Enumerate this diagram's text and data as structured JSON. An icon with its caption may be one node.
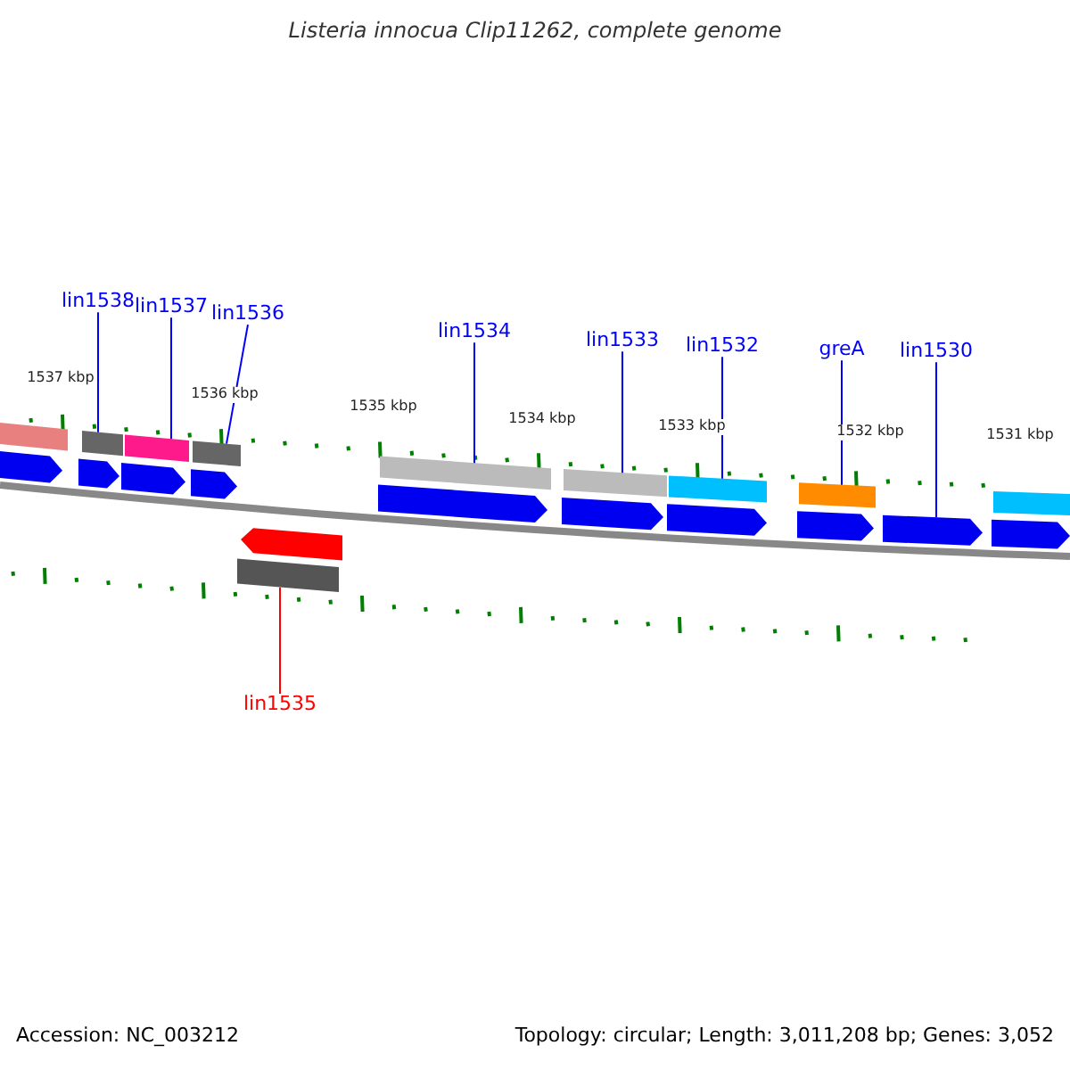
{
  "diagram": {
    "title": "Listeria innocua Clip11262, complete genome",
    "nodes": [
      {
        "text": [
          "lin1538"
        ]
      },
      {
        "text": [
          "lin1537"
        ]
      },
      {
        "text": [
          "lin1536"
        ]
      },
      {
        "text": [
          "lin1534"
        ]
      },
      {
        "text": [
          "lin1533"
        ]
      },
      {
        "text": [
          "lin1532"
        ]
      },
      {
        "text": [
          "greA"
        ]
      },
      {
        "text": [
          "lin1530"
        ]
      },
      {
        "text": [
          "lin1535"
        ]
      },
      {
        "text": [],
        "shape": "bar"
      },
      {
        "text": [],
        "shape": "arrow"
      },
      {
        "text": [],
        "shape": "bar"
      },
      {
        "text": [],
        "shape": "arrow"
      },
      {
        "text": [],
        "shape": "bar"
      },
      {
        "text": [],
        "shape": "arrow"
      },
      {
        "text": [],
        "shape": "bar"
      },
      {
        "text": [],
        "shape": "arrow"
      },
      {
        "text": [],
        "shape": "arrow"
      },
      {
        "text": [],
        "shape": "bar"
      },
      {
        "text": [],
        "shape": "bar"
      },
      {
        "text": [],
        "shape": "arrow"
      },
      {
        "text": [],
        "shape": "bar"
      },
      {
        "text": [],
        "shape": "arrow"
      },
      {
        "text": [],
        "shape": "bar"
      },
      {
        "text": [],
        "shape": "arrow"
      },
      {
        "text": [],
        "shape": "bar"
      },
      {
        "text": [],
        "shape": "arrow"
      },
      {
        "text": [],
        "shape": "arrow"
      },
      {
        "text": [],
        "shape": "bar"
      },
      {
        "text": [],
        "shape": "arrow"
      }
    ],
    "edges": [
      {
        "from": 0,
        "to": 11,
        "arrow": "none"
      },
      {
        "from": 1,
        "to": 13,
        "arrow": "none"
      },
      {
        "from": 2,
        "to": 15,
        "arrow": "none"
      },
      {
        "from": 3,
        "to": 19,
        "arrow": "none"
      },
      {
        "from": 4,
        "to": 21,
        "arrow": "none"
      },
      {
        "from": 5,
        "to": 23,
        "arrow": "none"
      },
      {
        "from": 6,
        "to": 25,
        "arrow": "none"
      },
      {
        "from": 7,
        "to": 27,
        "arrow": "none"
      },
      {
        "from": 8,
        "to": 18,
        "arrow": "none",
        "color": "#ff0000"
      }
    ],
    "labels": [
      "1537 kbp",
      "1536 kbp",
      "1535 kbp",
      "1534 kbp",
      "1533 kbp",
      "1532 kbp",
      "1531 kbp",
      "Accession: NC_003212",
      "Topology: circular; Length: 3,011,208 bp; Genes: 3,052"
    ]
  }
}
